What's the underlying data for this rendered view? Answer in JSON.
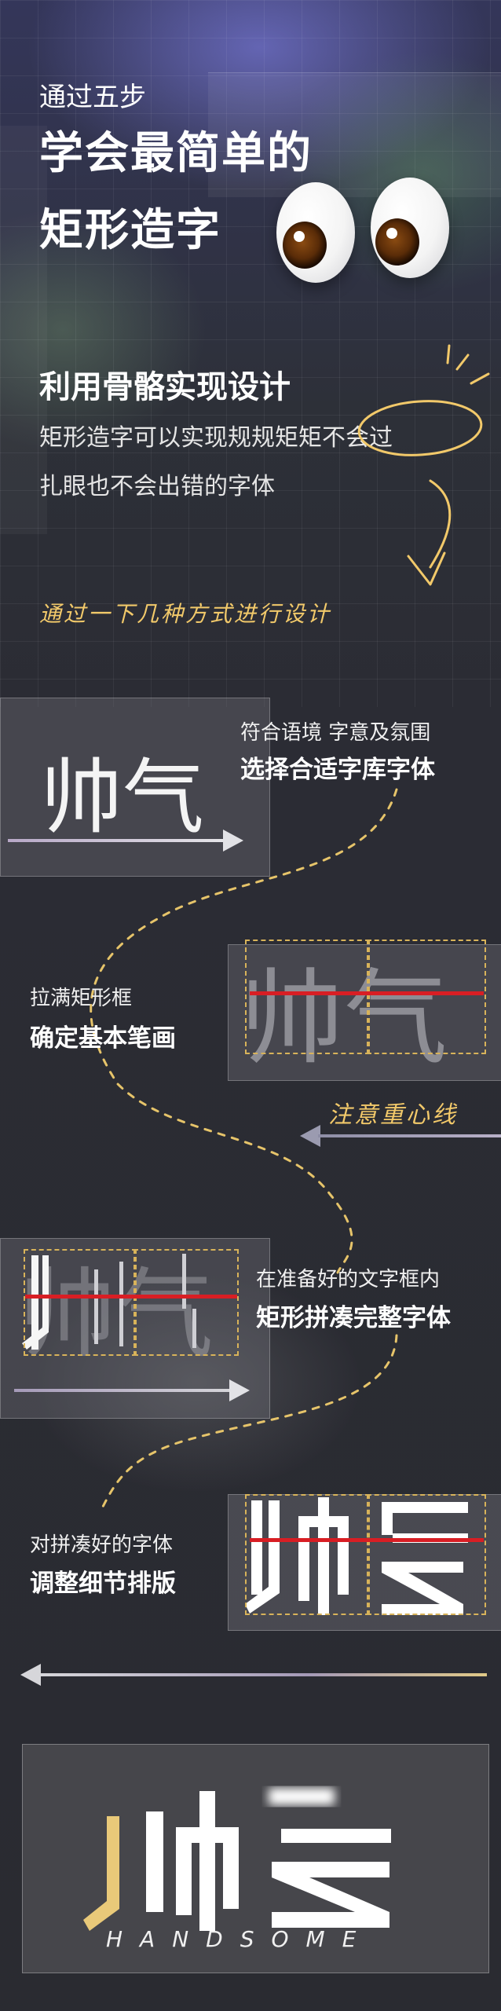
{
  "header": {
    "kicker": "通过五步",
    "title_line1": "学会最简单的",
    "title_line2": "矩形造字"
  },
  "intro": {
    "subtitle": "利用骨骼实现设计",
    "body_line1": "矩形造字可以实现规规矩矩不会过",
    "body_line2": "扎眼也不会出错的字体",
    "handwritten": "通过一下几种方式进行设计"
  },
  "steps": [
    {
      "label": "符合语境 字意及氛围",
      "bold": "选择合适字库字体",
      "glyphs": "帅气"
    },
    {
      "label": "拉满矩形框",
      "bold": "确定基本笔画",
      "glyphs": "帅气",
      "note": "注意重心线"
    },
    {
      "label": "在准备好的文字框内",
      "bold": "矩形拼凑完整字体",
      "glyphs": "帅气"
    },
    {
      "label": "对拼凑好的字体",
      "bold": "调整细节排版"
    }
  ],
  "final": {
    "caption": "HANDSOME"
  },
  "colors": {
    "accent_gold": "#f2c96a",
    "guide_red": "#d81e24",
    "dash_gold": "#d8b35a",
    "logo_gold": "#e9c979"
  },
  "icons": [
    "eyes-emoji-icon",
    "arrow-right-icon",
    "arrow-left-icon",
    "squiggle-arrow-icon"
  ]
}
